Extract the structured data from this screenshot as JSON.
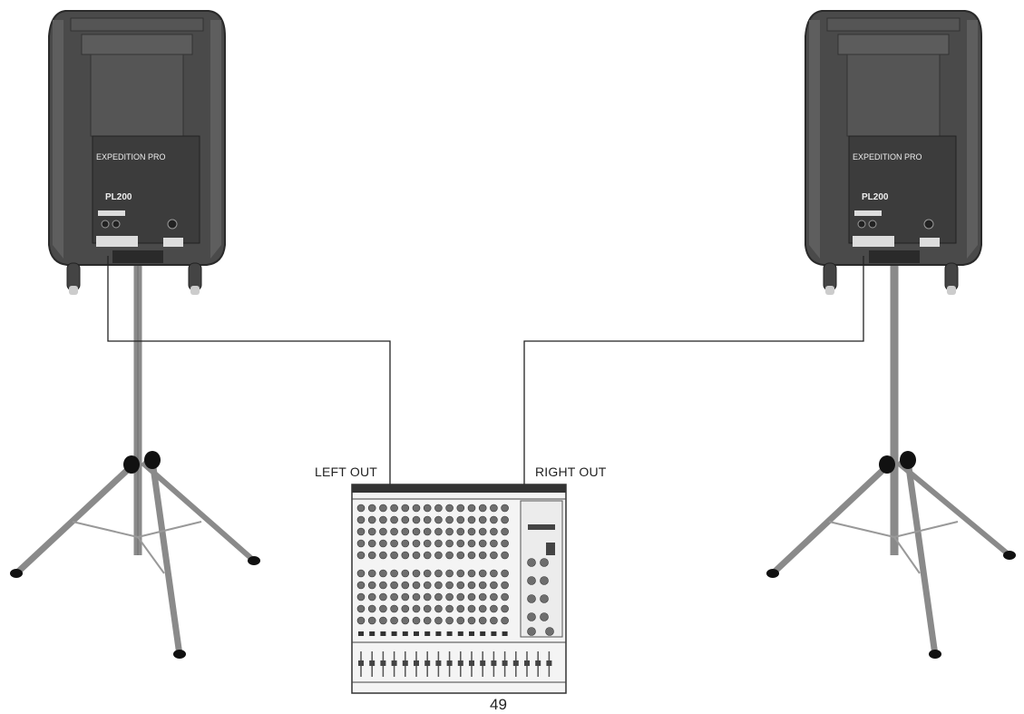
{
  "speakers": [
    {
      "brand": "EXPEDITION PRO",
      "model": "PL200"
    },
    {
      "brand": "EXPEDITION PRO",
      "model": "PL200"
    }
  ],
  "mixer": {
    "left_output_label": "LEFT OUT",
    "right_output_label": "RIGHT OUT"
  },
  "page_number": "49",
  "colors": {
    "speaker_body": "#4a4a4a",
    "speaker_grille": "#5c5c5c",
    "stand": "#8a8a8a",
    "cable": "#222222",
    "mixer_panel": "#f2f2f2",
    "knob": "#6e6e6e"
  }
}
